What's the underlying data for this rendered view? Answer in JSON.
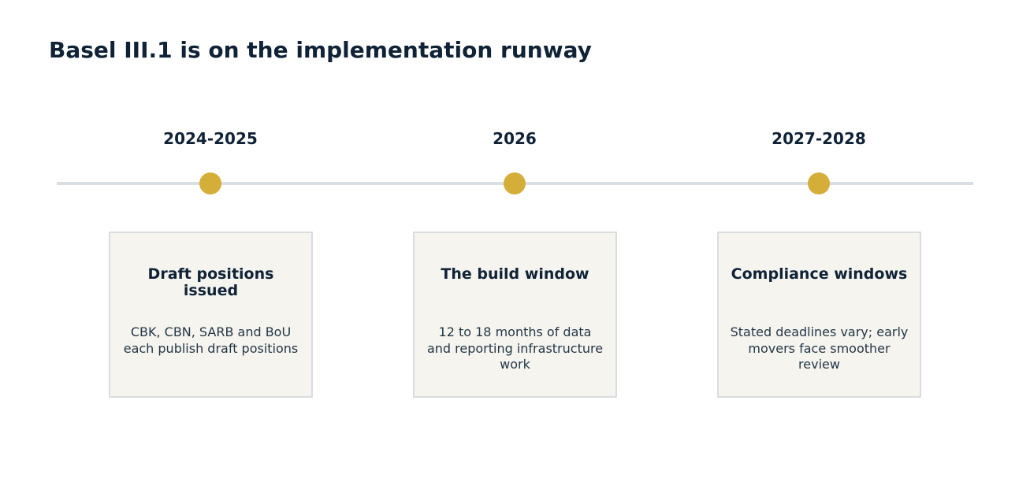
{
  "title": "Basel III.1 is on the implementation runway",
  "colors": {
    "title": "#0f2236",
    "line": "#d9dee3",
    "dot": "#d4ae38",
    "card_bg": "#f5f4ef",
    "card_border": "#d9dde1",
    "body_text": "#243746"
  },
  "milestones": [
    {
      "period": "2024-2025",
      "heading": "Draft positions issued",
      "description": "CBK, CBN, SARB and BoU each publish draft positions"
    },
    {
      "period": "2026",
      "heading": "The build window",
      "description": "12 to 18 months of data and reporting infrastructure work"
    },
    {
      "period": "2027-2028",
      "heading": "Compliance windows",
      "description": "Stated deadlines vary; early movers face smoother review"
    }
  ]
}
